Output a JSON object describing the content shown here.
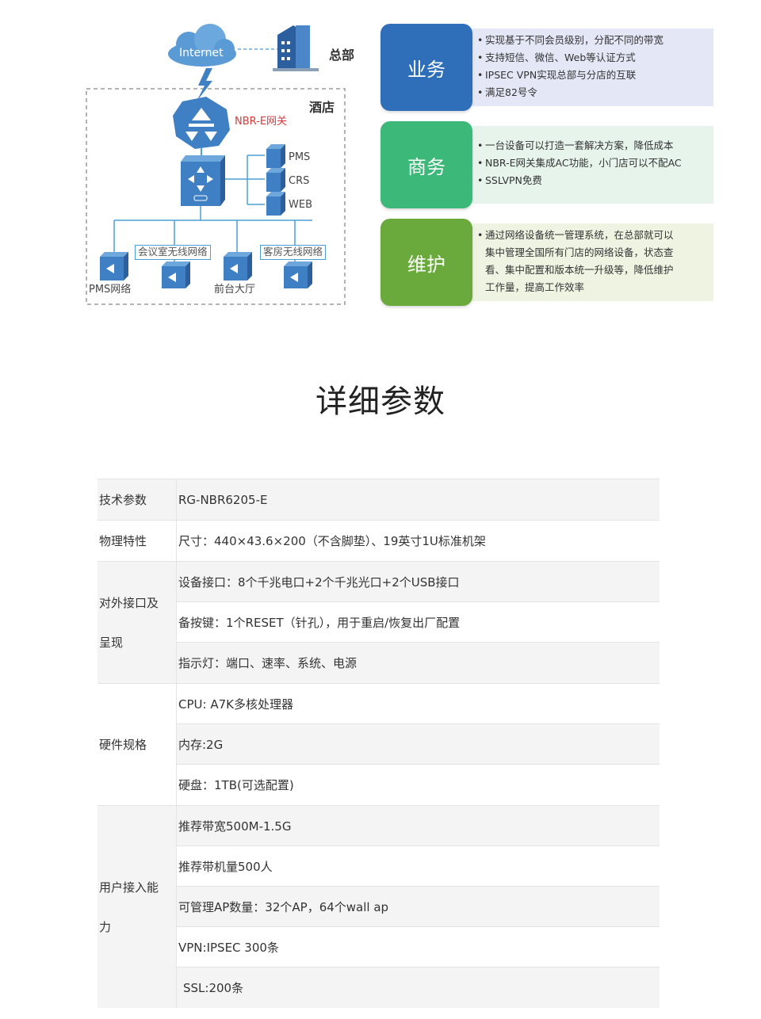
{
  "diagram": {
    "internet_label": "Internet",
    "hq_label": "总部",
    "hotel_label": "酒店",
    "gateway_label": "NBR-E网关",
    "servers": [
      "PMS",
      "CRS",
      "WEB"
    ],
    "pms_network_label": "PMS网络",
    "meeting_wifi_label": "会议室无线网络",
    "lobby_label": "前台大厅",
    "guest_wifi_label": "客房无线网络",
    "colors": {
      "link": "#4a9fd6",
      "cloud": "#5b9bd5",
      "device": "#3f7fc3"
    }
  },
  "features": [
    {
      "title": "业务",
      "color": "#2f6fba",
      "panel_color": "#e4e7f5",
      "items": [
        [
          "实现基于不同会员级别，分配不同的带宽"
        ],
        [
          "支持短信、微信、Web等认证方式"
        ],
        [
          "IPSEC VPN实现总部与分店的互联"
        ],
        [
          "满足82号令"
        ]
      ]
    },
    {
      "title": "商务",
      "color": "#3cb878",
      "panel_color": "#e6f4ec",
      "items": [
        [
          "一台设备可以打造一套解决方案，降低成本"
        ],
        [
          "NBR-E网关集成AC功能，小门店可以不配AC"
        ],
        [
          "SSLVPN免费"
        ]
      ]
    },
    {
      "title": "维护",
      "color": "#6aaa3c",
      "panel_color": "#eef3e2",
      "items": [
        [
          "通过网络设备统一管理系统，在总部就可以",
          "集中管理全国所有门店的网络设备，状态查",
          "看、集中配置和版本统一升级等，降低维护",
          "工作量，提高工作效率"
        ]
      ]
    }
  ],
  "section_title": "详细参数",
  "spec": {
    "rows": [
      {
        "label": [
          "技术参数"
        ],
        "cells": [
          "RG-NBR6205-E"
        ]
      },
      {
        "label": [
          "物理特性"
        ],
        "cells": [
          "尺寸：440×43.6×200（不含脚垫）、19英寸1U标准机架"
        ]
      },
      {
        "label": [
          "对外接口及",
          "呈现"
        ],
        "cells": [
          "设备接口：8个千兆电口+2个千兆光口+2个USB接口",
          "备按键：1个RESET（针孔），用于重启/恢复出厂配置",
          "指示灯：端口、速率、系统、电源"
        ]
      },
      {
        "label": [
          "硬件规格"
        ],
        "cells": [
          "CPU: A7K多核处理器",
          "内存:2G",
          "硬盘：1TB(可选配置)"
        ]
      },
      {
        "label": [
          "用户接入能",
          "力"
        ],
        "cells": [
          "推荐带宽500M-1.5G",
          "推荐带机量500人",
          "可管理AP数量：32个AP，64个wall ap",
          "VPN:IPSEC 300条",
          "SSL:200条"
        ]
      }
    ]
  }
}
